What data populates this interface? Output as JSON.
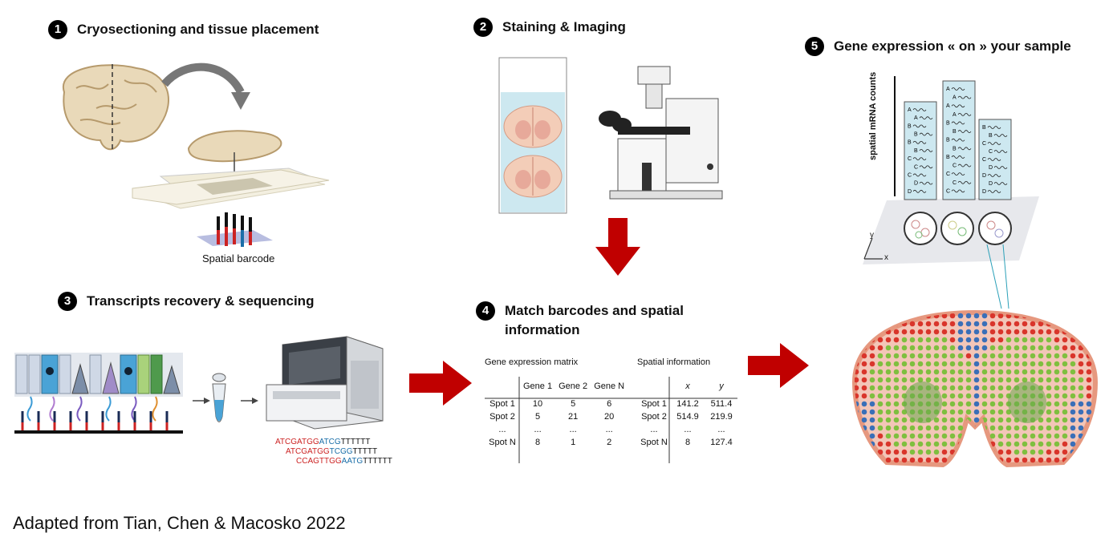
{
  "steps": [
    {
      "num": "1",
      "title": "Cryosectioning and tissue placement"
    },
    {
      "num": "2",
      "title": "Staining & Imaging"
    },
    {
      "num": "3",
      "title": "Transcripts recovery & sequencing"
    },
    {
      "num": "4",
      "title_line1": "Match barcodes and spatial",
      "title_line2": "information"
    },
    {
      "num": "5",
      "title": "Gene expression « on » your sample"
    }
  ],
  "labels": {
    "spatial_barcode": "Spatial barcode",
    "spatial_counts_axis": "spatial mRNA counts",
    "axis_x": "x",
    "axis_y": "y"
  },
  "sequences": [
    {
      "red": "ATCGATGG",
      "blue": "ATCG",
      "black": "TTTTTT"
    },
    {
      "red": "ATCGATGG",
      "blue": "TCGG",
      "black": "TTTTT"
    },
    {
      "red": "CCAGTTGG",
      "blue": "AATG",
      "black": "TTTTTT"
    }
  ],
  "expression_matrix": {
    "title": "Gene expression matrix",
    "columns": [
      "",
      "Gene 1",
      "Gene 2",
      "Gene N"
    ],
    "rows": [
      [
        "Spot 1",
        "10",
        "5",
        "6"
      ],
      [
        "Spot 2",
        "5",
        "21",
        "20"
      ],
      [
        "...",
        "...",
        "...",
        "..."
      ],
      [
        "Spot N",
        "8",
        "1",
        "2"
      ]
    ]
  },
  "spatial_info": {
    "title": "Spatial information",
    "columns": [
      "",
      "x",
      "y"
    ],
    "rows": [
      [
        "Spot 1",
        "141.2",
        "511.4"
      ],
      [
        "Spot 2",
        "514.9",
        "219.9"
      ],
      [
        "...",
        "...",
        "..."
      ],
      [
        "Spot N",
        "8",
        "127.4"
      ]
    ]
  },
  "count_columns": [
    {
      "letters": [
        "A",
        "A",
        "B",
        "B",
        "B",
        "B",
        "C",
        "C",
        "C",
        "D",
        "D"
      ]
    },
    {
      "letters": [
        "A",
        "A",
        "A",
        "A",
        "B",
        "B",
        "B",
        "B",
        "B",
        "C",
        "C",
        "C",
        "C"
      ]
    },
    {
      "letters": [
        "B",
        "B",
        "C",
        "C",
        "C",
        "D",
        "D",
        "D",
        "D"
      ]
    }
  ],
  "credit": "Adapted from Tian, Chen & Macosko 2022",
  "colors": {
    "arrow": "#c00000",
    "red_spot": "#d9352b",
    "green_spot": "#7fbf3f",
    "blue_spot": "#3a6fb8",
    "glass": "#cde8f0"
  }
}
